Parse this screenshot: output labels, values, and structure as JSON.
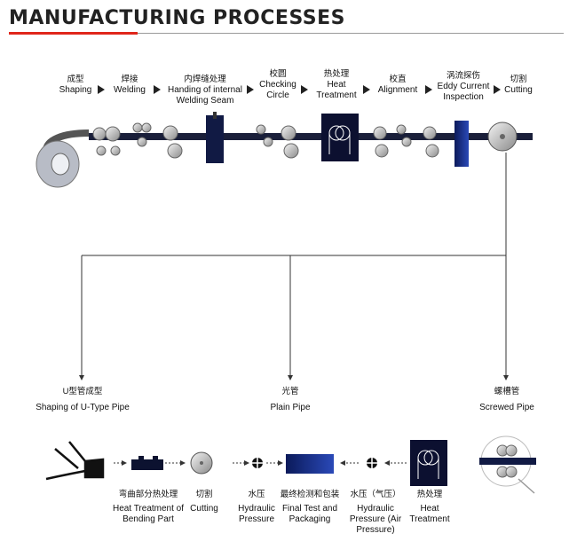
{
  "title": "MANUFACTURING PROCESSES",
  "top_steps": [
    {
      "zh": "成型",
      "en": "Shaping"
    },
    {
      "zh": "焊接",
      "en": "Welding"
    },
    {
      "zh": "内焊缝处理",
      "en": "Handing of internal Welding Seam"
    },
    {
      "zh": "校圆",
      "en": "Checking Circle"
    },
    {
      "zh": "热处理",
      "en": "Heat Treatment"
    },
    {
      "zh": "校直",
      "en": "Alignment"
    },
    {
      "zh": "涡流探伤",
      "en": "Eddy Current Inspection"
    },
    {
      "zh": "切割",
      "en": "Cutting"
    }
  ],
  "branches": [
    {
      "zh": "U型管成型",
      "en": "Shaping of U-Type Pipe"
    },
    {
      "zh": "光管",
      "en": "Plain Pipe"
    },
    {
      "zh": "螺槽管",
      "en": "Screwed Pipe"
    }
  ],
  "bottom_steps": [
    {
      "zh": "弯曲部分热处理",
      "en": "Heat Treatment of Bending Part"
    },
    {
      "zh": "切割",
      "en": "Cutting"
    },
    {
      "zh": "水压",
      "en": "Hydraulic Pressure"
    },
    {
      "zh": "最终检测和包装",
      "en": "Final Test and Packaging"
    },
    {
      "zh": "水压（气压）",
      "en": "Hydraulic Pressure (Air Pressure)"
    },
    {
      "zh": "热处理",
      "en": "Heat Treatment"
    }
  ]
}
